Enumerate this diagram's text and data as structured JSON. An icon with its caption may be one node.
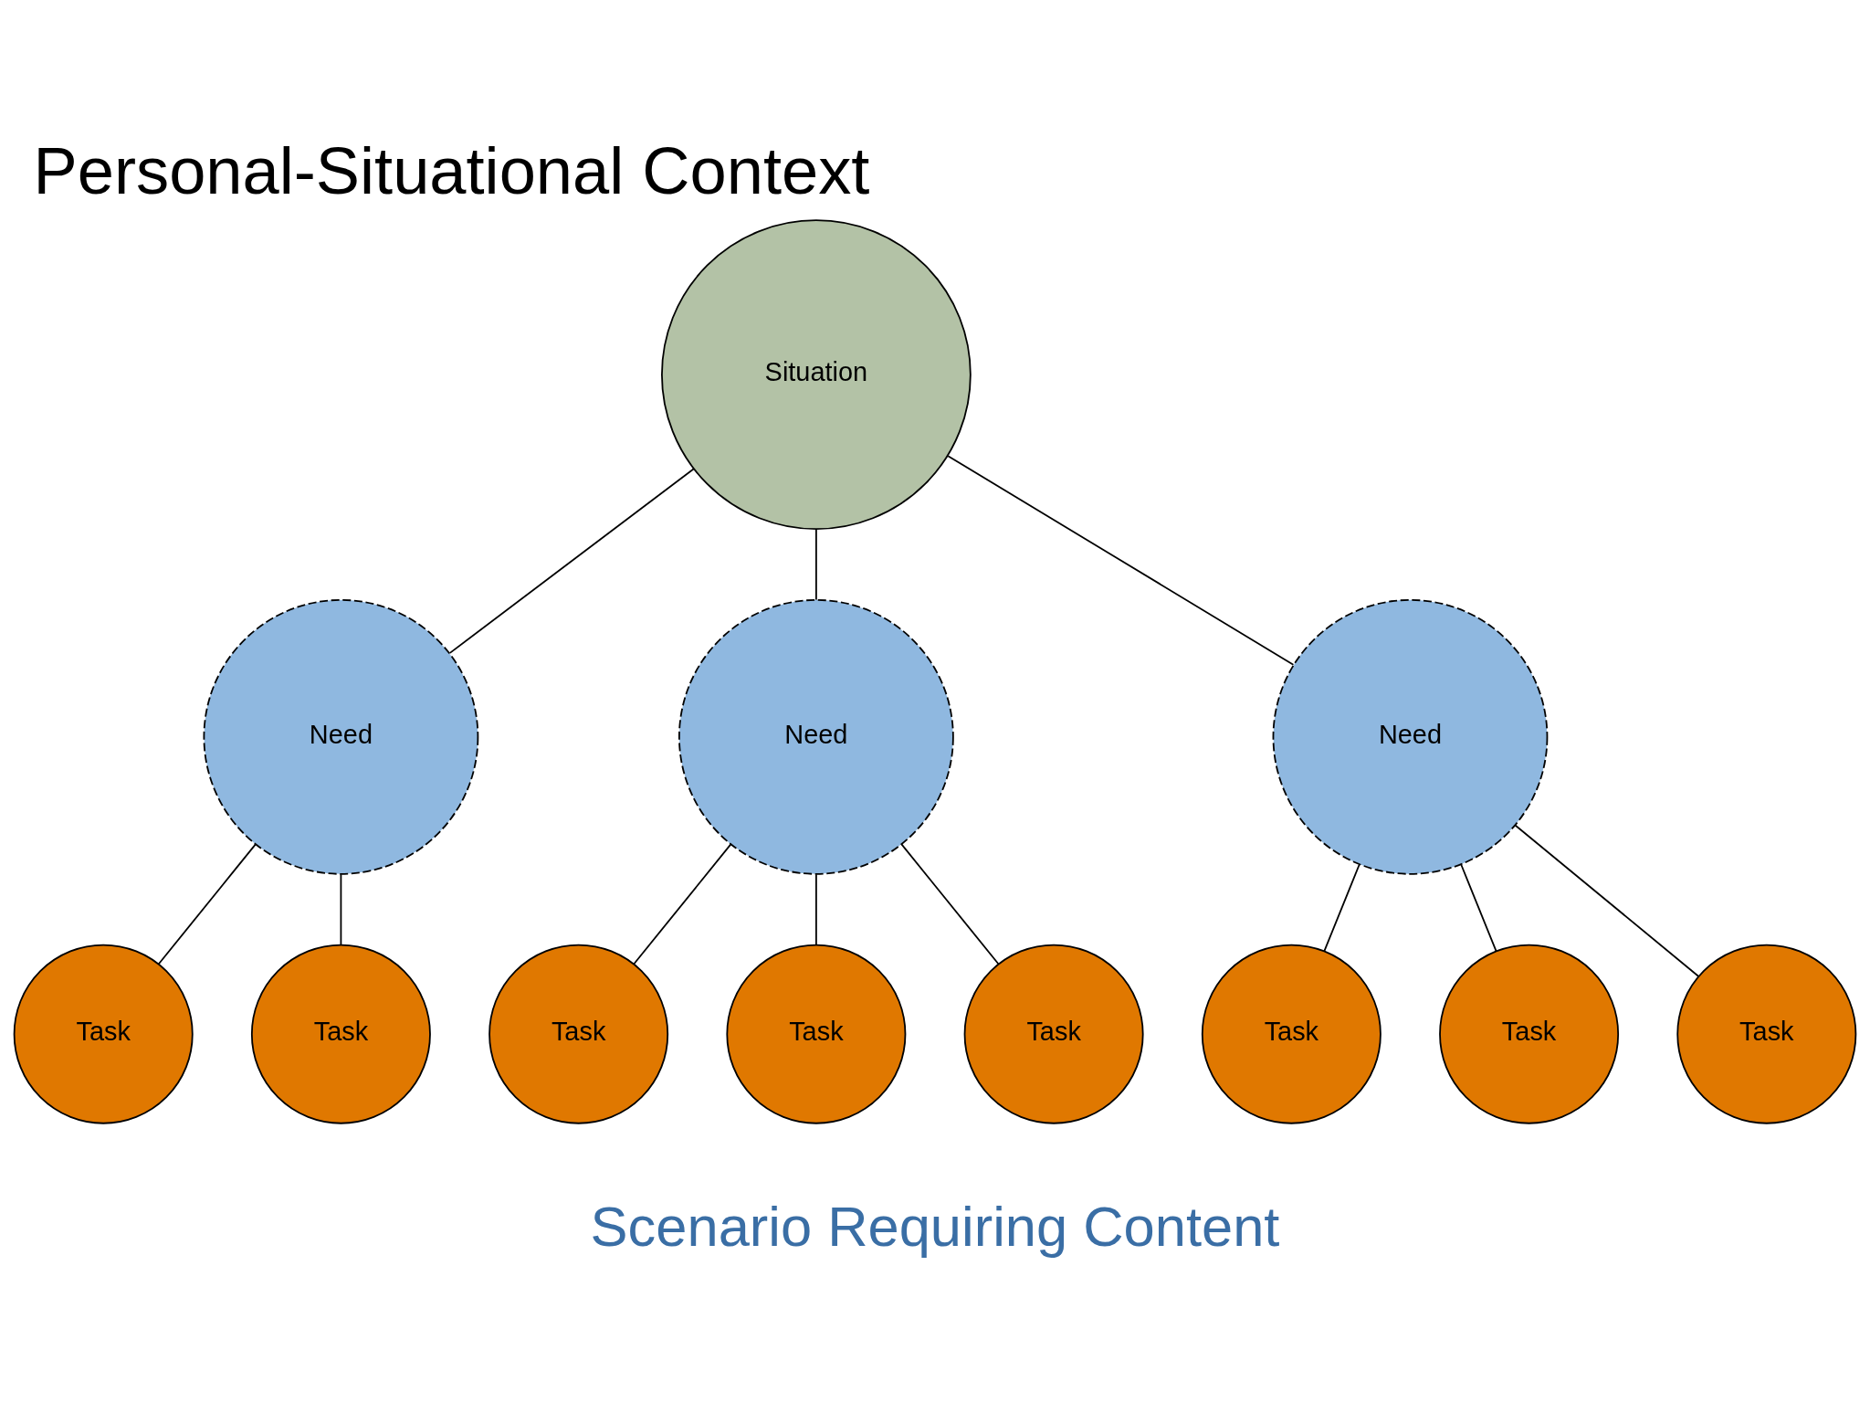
{
  "diagram": {
    "title": "Personal-Situational Context",
    "nodes": [
      {
        "text": [
          "Task"
        ]
      },
      {
        "text": [
          "Need"
        ]
      },
      {
        "text": [
          "Task"
        ]
      },
      {
        "text": [
          "Situation"
        ]
      },
      {
        "text": [
          "Task"
        ]
      },
      {
        "text": [
          "Task"
        ]
      },
      {
        "text": [
          "Need"
        ]
      },
      {
        "text": [
          "Need"
        ]
      },
      {
        "text": [
          "Task"
        ]
      },
      {
        "text": [
          "Task"
        ]
      },
      {
        "text": [
          "Task"
        ]
      },
      {
        "text": [
          "Task"
        ]
      }
    ],
    "edges": [
      {
        "from": 3,
        "to": 1,
        "arrow": "none"
      },
      {
        "from": 3,
        "to": 6,
        "arrow": "none"
      },
      {
        "from": 3,
        "to": 7,
        "arrow": "none"
      },
      {
        "from": 1,
        "to": 0,
        "arrow": "none"
      },
      {
        "from": 1,
        "to": 2,
        "arrow": "none"
      },
      {
        "from": 6,
        "to": 4,
        "arrow": "none"
      },
      {
        "from": 6,
        "to": 9,
        "arrow": "none"
      },
      {
        "from": 6,
        "to": 10,
        "arrow": "none"
      },
      {
        "from": 7,
        "to": 5,
        "arrow": "none"
      },
      {
        "from": 7,
        "to": 8,
        "arrow": "none"
      },
      {
        "from": 7,
        "to": 11,
        "arrow": "none"
      }
    ],
    "labels": [
      "Scenario Requiring Content"
    ]
  }
}
